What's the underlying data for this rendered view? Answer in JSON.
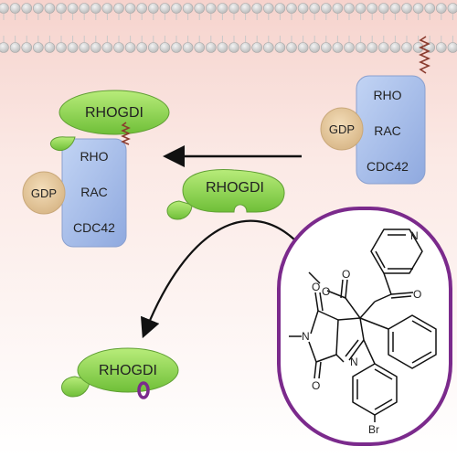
{
  "membrane_proteins": {
    "rho": "RHO",
    "rac": "RAC",
    "cdc42": "CDC42",
    "gdp": "GDP"
  },
  "complex": {
    "rhogdi": "RHOGDI",
    "rho": "RHO",
    "rac": "RAC",
    "cdc42": "CDC42",
    "gdp": "GDP"
  },
  "free_rhogdi": {
    "label": "RHOGDI"
  },
  "inhibited_rhogdi": {
    "label": "RHOGDI"
  },
  "molecule": {
    "methyl": "O",
    "ring_n": "N",
    "pyridine_n": "N",
    "bromine": "Br",
    "n_methyl": "N"
  },
  "colors": {
    "membrane_head": "#d5d5d5",
    "rhogdi_green": "#8fd14f",
    "gtpase_blue": "#a9c0ea",
    "gdp_tan": "#e6c9a0",
    "inhibitor_purple": "#7b2a8c"
  }
}
